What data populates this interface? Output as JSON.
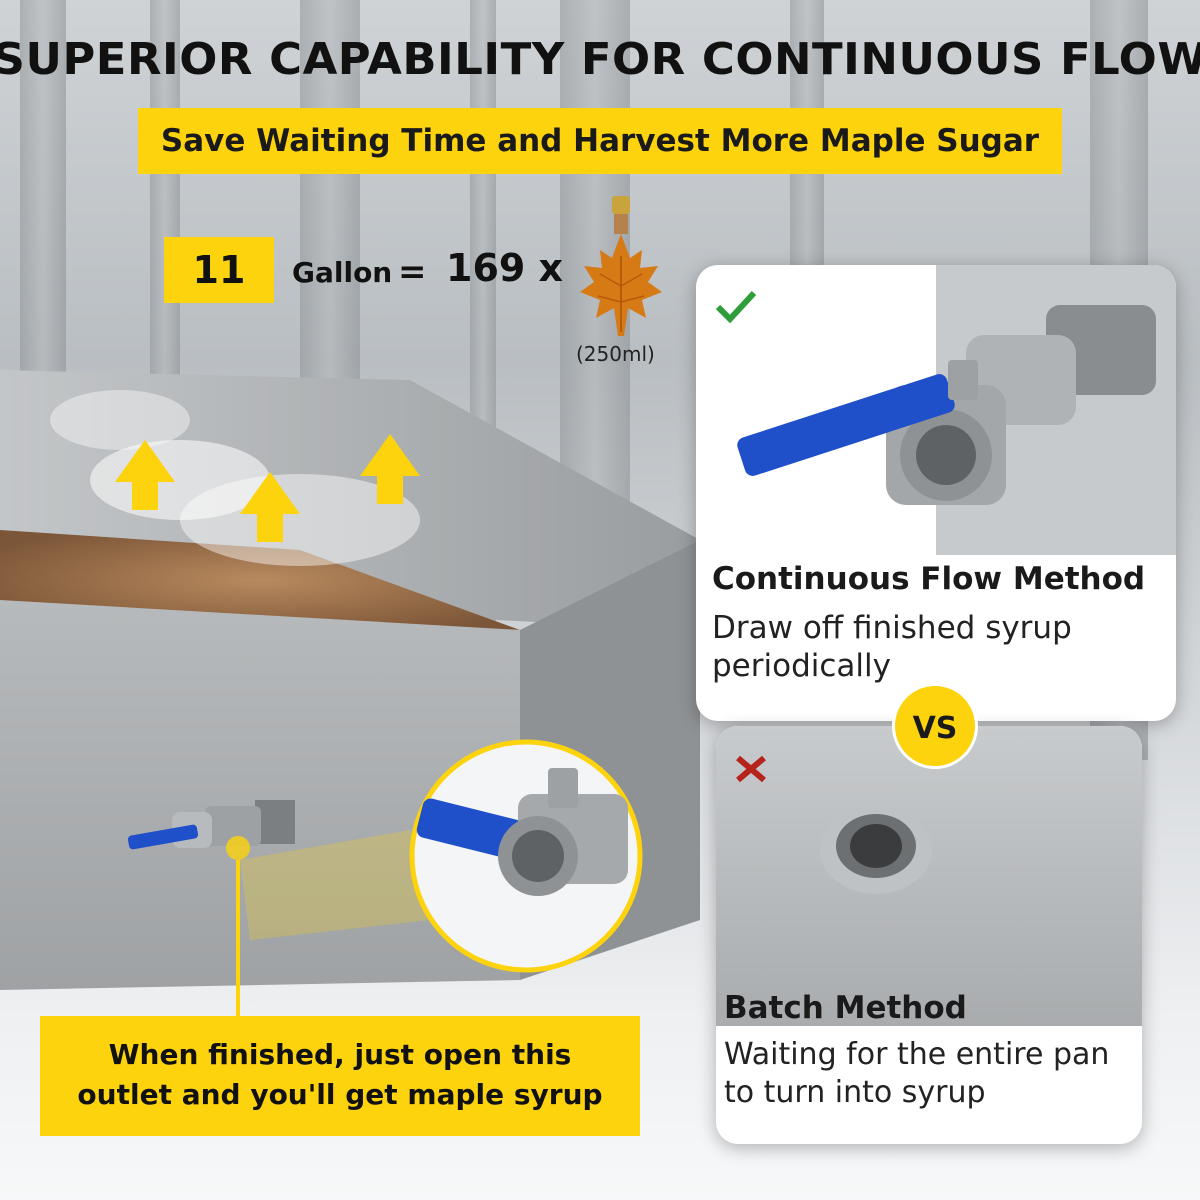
{
  "header": {
    "title": "SUPERIOR CAPABILITY FOR CONTINUOUS FLOW",
    "subtitle": "Save Waiting Time and Harvest More Maple Sugar"
  },
  "capacity": {
    "number": "11",
    "unit": "Gallon",
    "equals": "=",
    "count": "169 x",
    "bottle_volume": "(250ml)"
  },
  "continuous": {
    "title": "Continuous Flow Method",
    "desc_line1": "Draw off finished syrup",
    "desc_line2": "periodically",
    "mark_icon": "check-icon",
    "mark_color": "#2e9e3a"
  },
  "vs_label": "VS",
  "batch": {
    "title": "Batch Method",
    "desc_line1": "Waiting for the entire pan",
    "desc_line2": "to turn into syrup",
    "mark_icon": "cross-icon",
    "mark_color": "#b5231a"
  },
  "callout": {
    "line1": "When finished, just open this",
    "line2": "outlet and you'll get maple syrup"
  },
  "colors": {
    "accent_yellow": "#fcd30c",
    "valve_handle_blue": "#1f4fc9",
    "steel": "#a9acae"
  }
}
